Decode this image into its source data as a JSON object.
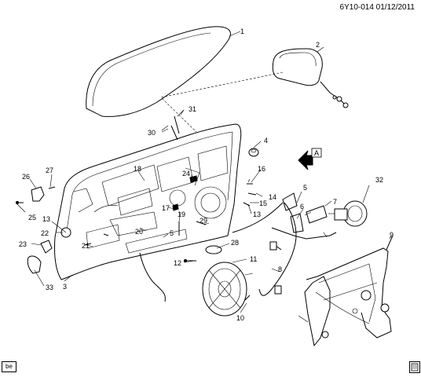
{
  "header_ref": "6Y10-014  01/12/2011",
  "corner_left": "be",
  "corner_right": "",
  "view_arrow": "A",
  "callouts": {
    "n1": "1",
    "n2": "2",
    "n3": "3",
    "n4": "4",
    "n5a": "5",
    "n5b": "5",
    "n6": "6",
    "n7": "7",
    "n8": "8",
    "n9": "9",
    "n10": "10",
    "n11": "11",
    "n12": "12",
    "n13a": "13",
    "n13b": "13",
    "n14": "14",
    "n15": "15",
    "n16": "16",
    "n17": "17",
    "n18": "18",
    "n19": "19",
    "n20": "20",
    "n21": "21",
    "n22": "22",
    "n23": "23",
    "n24": "24",
    "n25": "25",
    "n26": "26",
    "n27": "27",
    "n28": "28",
    "n29": "29",
    "n30": "30",
    "n31": "31",
    "n32": "32",
    "n33": "33"
  }
}
